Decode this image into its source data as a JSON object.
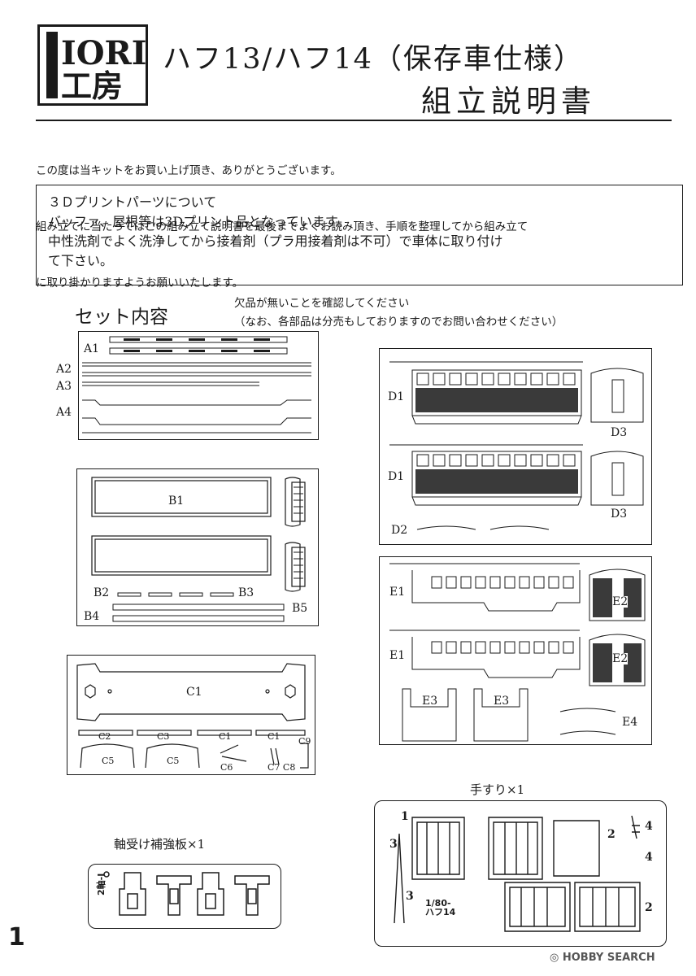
{
  "brand": {
    "letters": "IORI",
    "kanji": "工房"
  },
  "title": {
    "line1": "ハフ13/ハフ14（保存車仕様）",
    "line2": "組立説明書"
  },
  "intro": {
    "lines": [
      "この度は当キットをお買い上げ頂き、ありがとうございます。",
      "組み立てに当たってはこの組み立て説明書を最後までよくお読み頂き、手順を整理してから組み立て",
      "に取り掛かりますようお願いいたします。"
    ]
  },
  "notice": {
    "lines": [
      "３Ｄプリントパーツについて",
      "バッファ、屋根等は3Dプリント品となっています。",
      "中性洗剤でよく洗浄してから接着剤（プラ用接着剤は不可）で車体に取り付け",
      "て下さい。"
    ]
  },
  "contents": {
    "heading": "セット内容",
    "note1": "欠品が無いことを確認してください",
    "note2": "（なお、各部品は分売もしておりますのでお問い合わせください）"
  },
  "sheets": {
    "A": {
      "a1": "A1",
      "a2": "A2",
      "a3": "A3",
      "a4": "A4"
    },
    "B": {
      "b1_top": "B1",
      "b2": "B2",
      "b3": "B3",
      "b4": "B4",
      "b5": "B5"
    },
    "C": {
      "c1": "C1",
      "c2": "C2",
      "c3": "C3",
      "c1a": "C1",
      "c1b": "C1",
      "c9": "C9",
      "c5a": "C5",
      "c5b": "C5",
      "c6": "C6",
      "c7c8": "C7 C8"
    },
    "D": {
      "d1a": "D1",
      "d1b": "D1",
      "d3a": "D3",
      "d3b": "D3",
      "d2": "D2"
    },
    "E": {
      "e1a": "E1",
      "e1b": "E1",
      "e2a": "E2",
      "e2b": "E2",
      "e3a": "E3",
      "e3b": "E3",
      "e4": "E4"
    }
  },
  "handrail": {
    "heading": "手すり×1",
    "etch_text": "1/80-\nハフ14",
    "n1": "1",
    "n2a": "2",
    "n2b": "2",
    "n3a": "3",
    "n3b": "3",
    "n4a": "4",
    "n4b": "4"
  },
  "bearing": {
    "heading": "軸受け補強板×1",
    "etch_text": "2軸-I"
  },
  "page_number": "1",
  "watermark": "◎ HOBBY SEARCH"
}
